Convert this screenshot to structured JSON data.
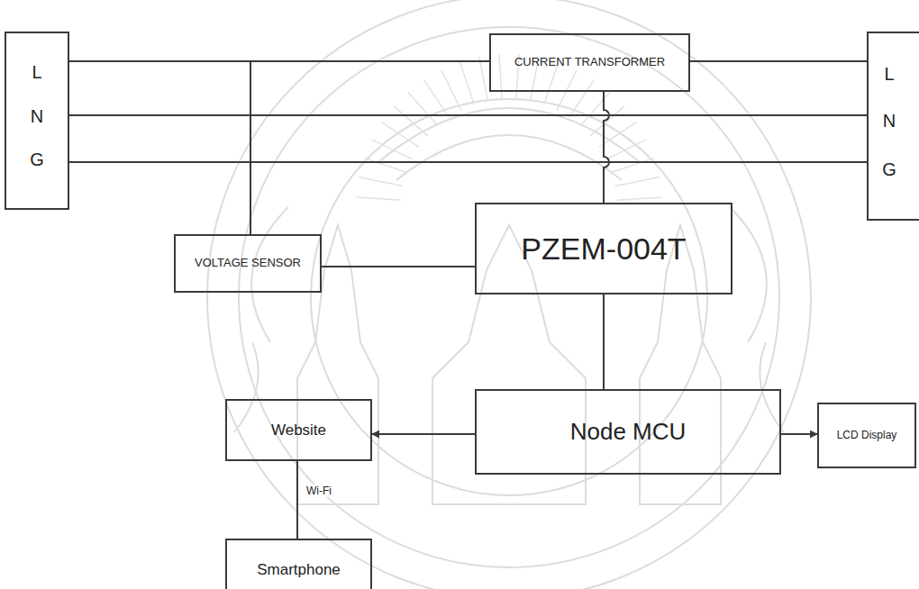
{
  "diagram": {
    "nodes": [
      {
        "text": [
          "L",
          "N",
          "G"
        ]
      },
      {
        "text": [
          "CURRENT TRANSFORMER"
        ]
      },
      {
        "text": [
          "L",
          "N",
          "G"
        ]
      },
      {
        "text": [
          "VOLTAGE SENSOR"
        ]
      },
      {
        "text": [
          "PZEM-004T"
        ]
      },
      {
        "text": [
          "Website"
        ]
      },
      {
        "text": [
          "Node MCU"
        ]
      },
      {
        "text": [
          "LCD Display"
        ]
      },
      {
        "text": [
          "Smartphone"
        ]
      }
    ],
    "edges": [
      {
        "from": 0,
        "to": 1,
        "arrow": "none"
      },
      {
        "from": 1,
        "to": 2,
        "arrow": "none"
      },
      {
        "from": 0,
        "to": 2,
        "arrow": "none"
      },
      {
        "from": 0,
        "to": 2,
        "arrow": "none"
      },
      {
        "from": 0,
        "to": 3,
        "arrow": "none"
      },
      {
        "from": 3,
        "to": 4,
        "arrow": "none"
      },
      {
        "from": 1,
        "to": 4,
        "arrow": "none"
      },
      {
        "from": 4,
        "to": 6,
        "arrow": "none"
      },
      {
        "from": 6,
        "to": 5,
        "arrow": "to"
      },
      {
        "from": 6,
        "to": 7,
        "arrow": "to"
      },
      {
        "from": 5,
        "to": 8,
        "label": "Wi-Fi",
        "arrow": "none"
      }
    ]
  }
}
